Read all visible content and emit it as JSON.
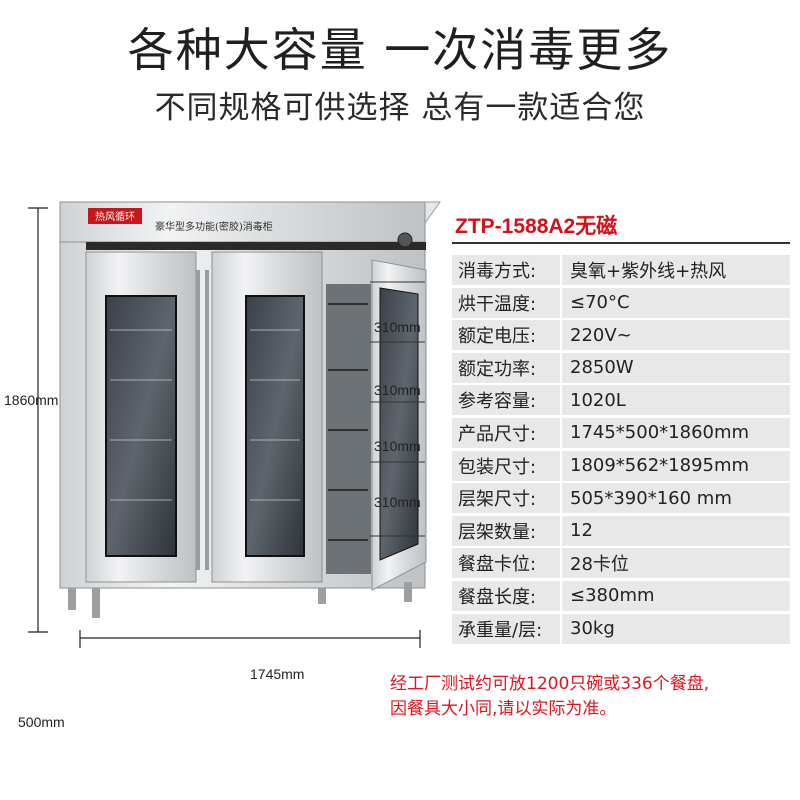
{
  "headline": "各种大容量 一次消毒更多",
  "subheadline": "不同规格可供选择 总有一款适合您",
  "product": {
    "brand_label": "热风循环",
    "cabinet_title": "豪华型多功能(密胶)消毒柜",
    "dimensions": {
      "height": "1860mm",
      "width": "1745mm",
      "depth": "500mm",
      "shelf_spacing": [
        "310mm",
        "310mm",
        "310mm",
        "310mm"
      ]
    }
  },
  "model": "ZTP-1588A2无磁",
  "specs": [
    {
      "label": "消毒方式:",
      "value": "臭氧+紫外线+热风"
    },
    {
      "label": "烘干温度:",
      "value": "≤70°C"
    },
    {
      "label": "额定电压:",
      "value": "220V~"
    },
    {
      "label": "额定功率:",
      "value": "2850W"
    },
    {
      "label": "参考容量:",
      "value": "1020L"
    },
    {
      "label": "产品尺寸:",
      "value": "1745*500*1860mm"
    },
    {
      "label": "包装尺寸:",
      "value": "1809*562*1895mm"
    },
    {
      "label": "层架尺寸:",
      "value": "505*390*160 mm"
    },
    {
      "label": "层架数量:",
      "value": "12"
    },
    {
      "label": "餐盘卡位:",
      "value": "28卡位"
    },
    {
      "label": "餐盘长度:",
      "value": "≤380mm"
    },
    {
      "label": "承重量/层:",
      "value": "30kg"
    }
  ],
  "note": {
    "line1": "经工厂测试约可放1200只碗或336个餐盘,",
    "line2": "因餐具大小同,请以实际为准。"
  }
}
